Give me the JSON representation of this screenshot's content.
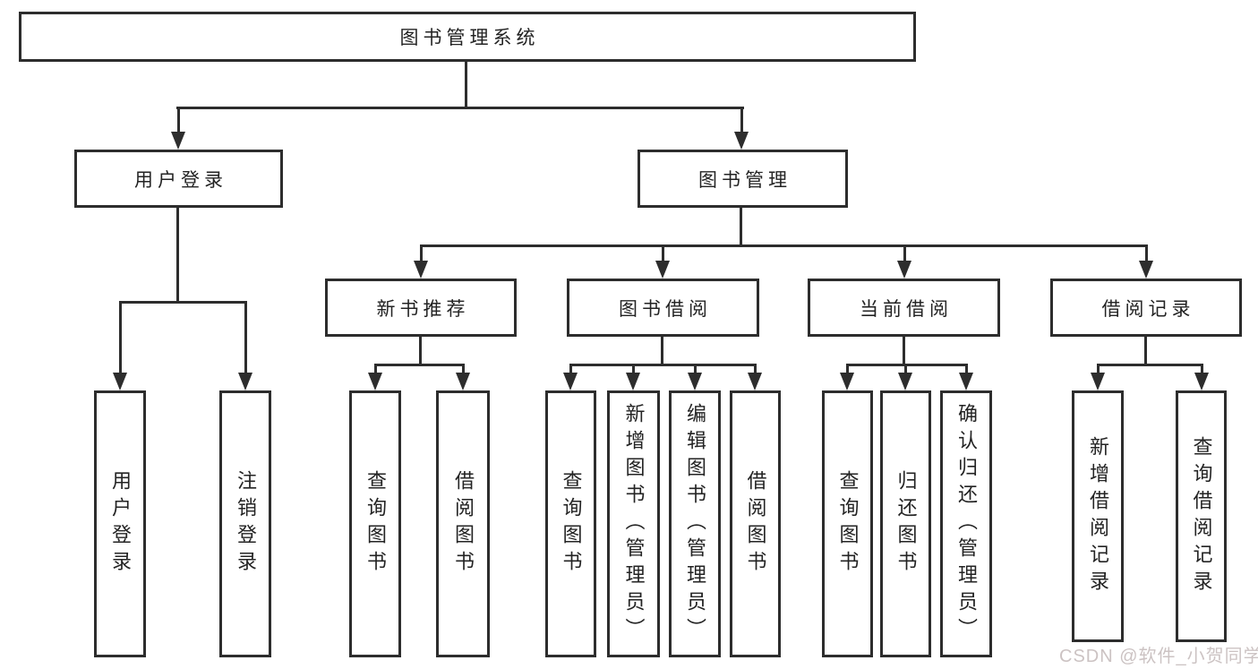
{
  "diagram": {
    "root": {
      "label": "图书管理系统"
    },
    "level2": [
      {
        "label": "用户登录"
      },
      {
        "label": "图书管理"
      }
    ],
    "level3": [
      {
        "label": "新书推荐"
      },
      {
        "label": "图书借阅"
      },
      {
        "label": "当前借阅"
      },
      {
        "label": "借阅记录"
      }
    ],
    "leaves": {
      "login": [
        {
          "label": "用户登录"
        },
        {
          "label": "注销登录"
        }
      ],
      "new_books": [
        {
          "label": "查询图书"
        },
        {
          "label": "借阅图书"
        }
      ],
      "borrowing": [
        {
          "label": "查询图书"
        },
        {
          "label": "新增图书（管理员）"
        },
        {
          "label": "编辑图书（管理员）"
        },
        {
          "label": "借阅图书"
        }
      ],
      "current": [
        {
          "label": "查询图书"
        },
        {
          "label": "归还图书"
        },
        {
          "label": "确认归还（管理员）"
        }
      ],
      "records": [
        {
          "label": "新增借阅记录"
        },
        {
          "label": "查询借阅记录"
        }
      ]
    },
    "colors": {
      "line": "#2d2d2d",
      "text": "#232323",
      "background": "#ffffff",
      "watermark": "#ccc3c3"
    }
  },
  "watermark": {
    "text": "CSDN @软件_小贺同学"
  }
}
